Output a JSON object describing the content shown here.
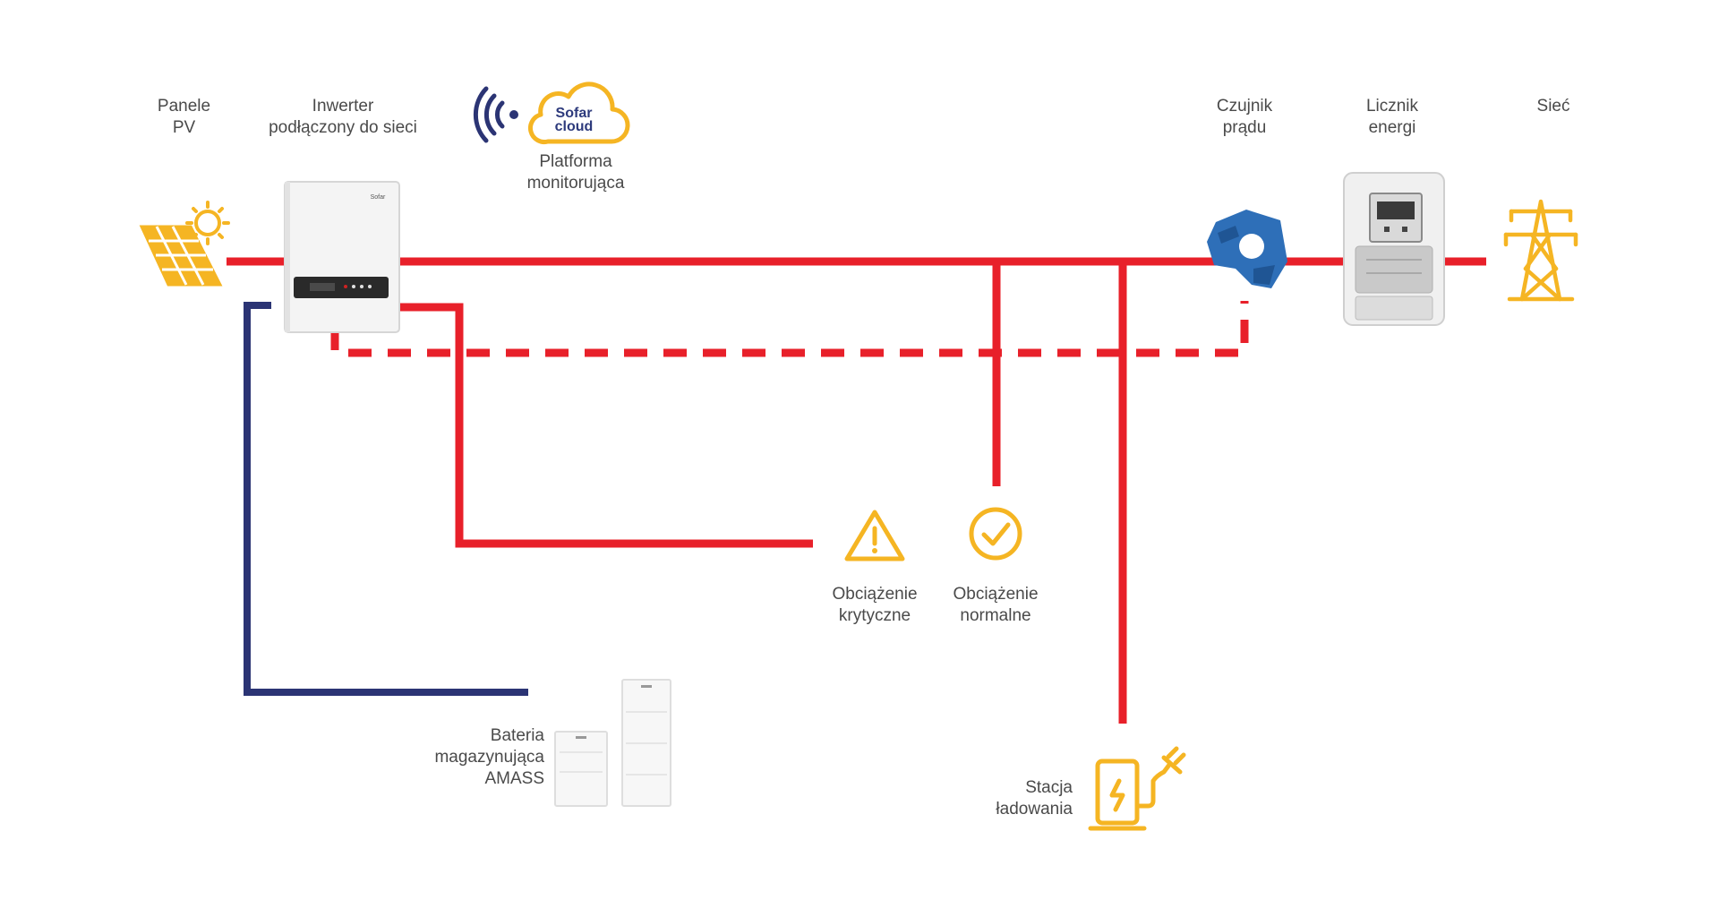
{
  "labels": {
    "pv": [
      "Panele",
      "PV"
    ],
    "inverter": [
      "Inwerter",
      "podłączony do sieci"
    ],
    "platform": [
      "Platforma",
      "monitorująca"
    ],
    "sensor": [
      "Czujnik",
      "prądu"
    ],
    "meter": [
      "Licznik",
      "energi"
    ],
    "grid": "Sieć",
    "critical_load": [
      "Obciążenie",
      "krytyczne"
    ],
    "normal_load": [
      "Obciążenie",
      "normalne"
    ],
    "battery": [
      "Bateria",
      "magazynująca",
      "AMASS"
    ],
    "charger": [
      "Stacja",
      "ładowania"
    ]
  },
  "cloud": {
    "line1": "Sofar",
    "line2": "cloud"
  },
  "inverter_brand": "Sofar",
  "colors": {
    "ac_line": "#e8202a",
    "dc_line": "#2b3474",
    "icon": "#f5b523",
    "sensor": "#2e6fb8",
    "label": "#4a4a4a"
  },
  "icons": {
    "pv": "solar-panel-icon",
    "grid": "power-pylon-icon",
    "critical": "warning-triangle-icon",
    "normal": "check-circle-icon",
    "charger": "ev-charger-icon",
    "wifi": "wifi-signal-icon",
    "cloud": "cloud-icon"
  }
}
